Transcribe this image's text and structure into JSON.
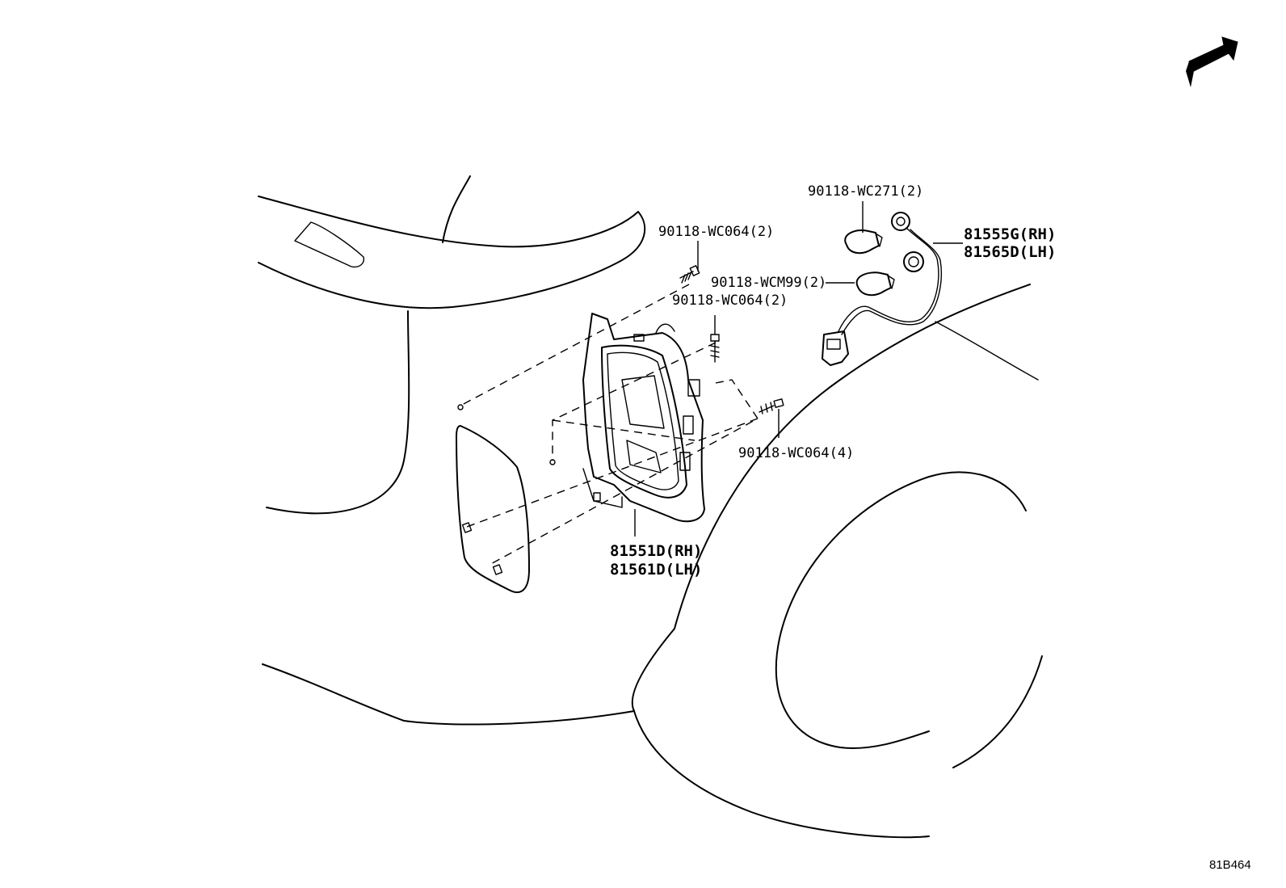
{
  "diagram": {
    "direction_indicator": "FWD",
    "reference_code": "81B464",
    "labels": {
      "screw_top_left": "90118-WC064(2)",
      "screw_middle": "90118-WC064(2)",
      "screw_right": "90118-WC064(4)",
      "bulb_upper": "90118-WC271(2)",
      "bulb_lower": "90118-WCM99(2)",
      "socket_wire_rh": "81555G(RH)",
      "socket_wire_lh": "81565D(LH)",
      "lamp_rh": "81551D(RH)",
      "lamp_lh": "81561D(LH)"
    }
  }
}
